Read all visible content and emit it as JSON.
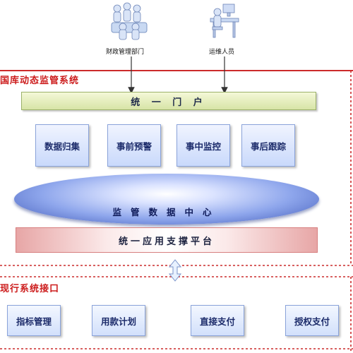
{
  "actors": {
    "finance_dept": "财政管理部门",
    "ops_staff": "运维人员"
  },
  "system": {
    "title": "国库动态监管系统",
    "portal": "统 一 门 户",
    "modules": [
      "数据归集",
      "事前预警",
      "事中监控",
      "事后跟踪"
    ],
    "data_center": "监管数据中心",
    "platform": "统一应用支撑平台"
  },
  "interface": {
    "title": "现行系统接口",
    "items": [
      "指标管理",
      "用款计划",
      "直接支付",
      "授权支付"
    ]
  },
  "colors": {
    "section_border": "#cc2b2b",
    "module_fill": "#dbe6fd",
    "portal_fill": "#e4eebb",
    "data_center_fill": "#5f79cf"
  }
}
